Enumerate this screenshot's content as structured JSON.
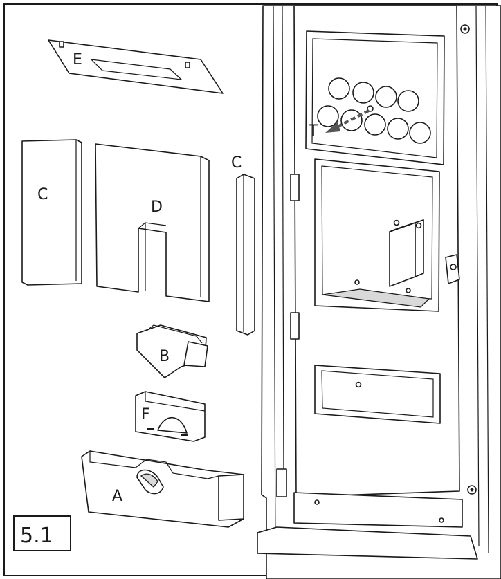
{
  "figure": {
    "number": "5.1"
  },
  "labels": {
    "e": "E",
    "c_left": "C",
    "d": "D",
    "c_right": "C",
    "b": "B",
    "f": "F",
    "a": "A",
    "t": "T"
  },
  "colors": {
    "line": "#1a1a1a",
    "background": "#ffffff",
    "arrow": "#555555"
  }
}
